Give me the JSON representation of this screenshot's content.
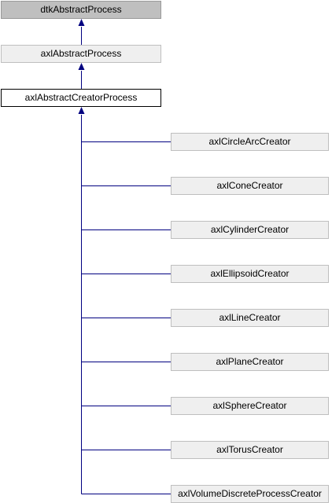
{
  "diagram": {
    "colors": {
      "edge": "#000080",
      "node_fill": "#efefef",
      "node_border": "#bfbfbf",
      "root_fill": "#bfbfbf",
      "current_fill": "#ffffff"
    },
    "ancestors": [
      {
        "label": "dtkAbstractProcess"
      },
      {
        "label": "axlAbstractProcess"
      }
    ],
    "current": {
      "label": "axlAbstractCreatorProcess"
    },
    "children": [
      {
        "label": "axlCircleArcCreator"
      },
      {
        "label": "axlConeCreator"
      },
      {
        "label": "axlCylinderCreator"
      },
      {
        "label": "axlEllipsoidCreator"
      },
      {
        "label": "axlLineCreator"
      },
      {
        "label": "axlPlaneCreator"
      },
      {
        "label": "axlSphereCreator"
      },
      {
        "label": "axlTorusCreator"
      },
      {
        "label": "axlVolumeDiscreteProcessCreator"
      }
    ]
  }
}
